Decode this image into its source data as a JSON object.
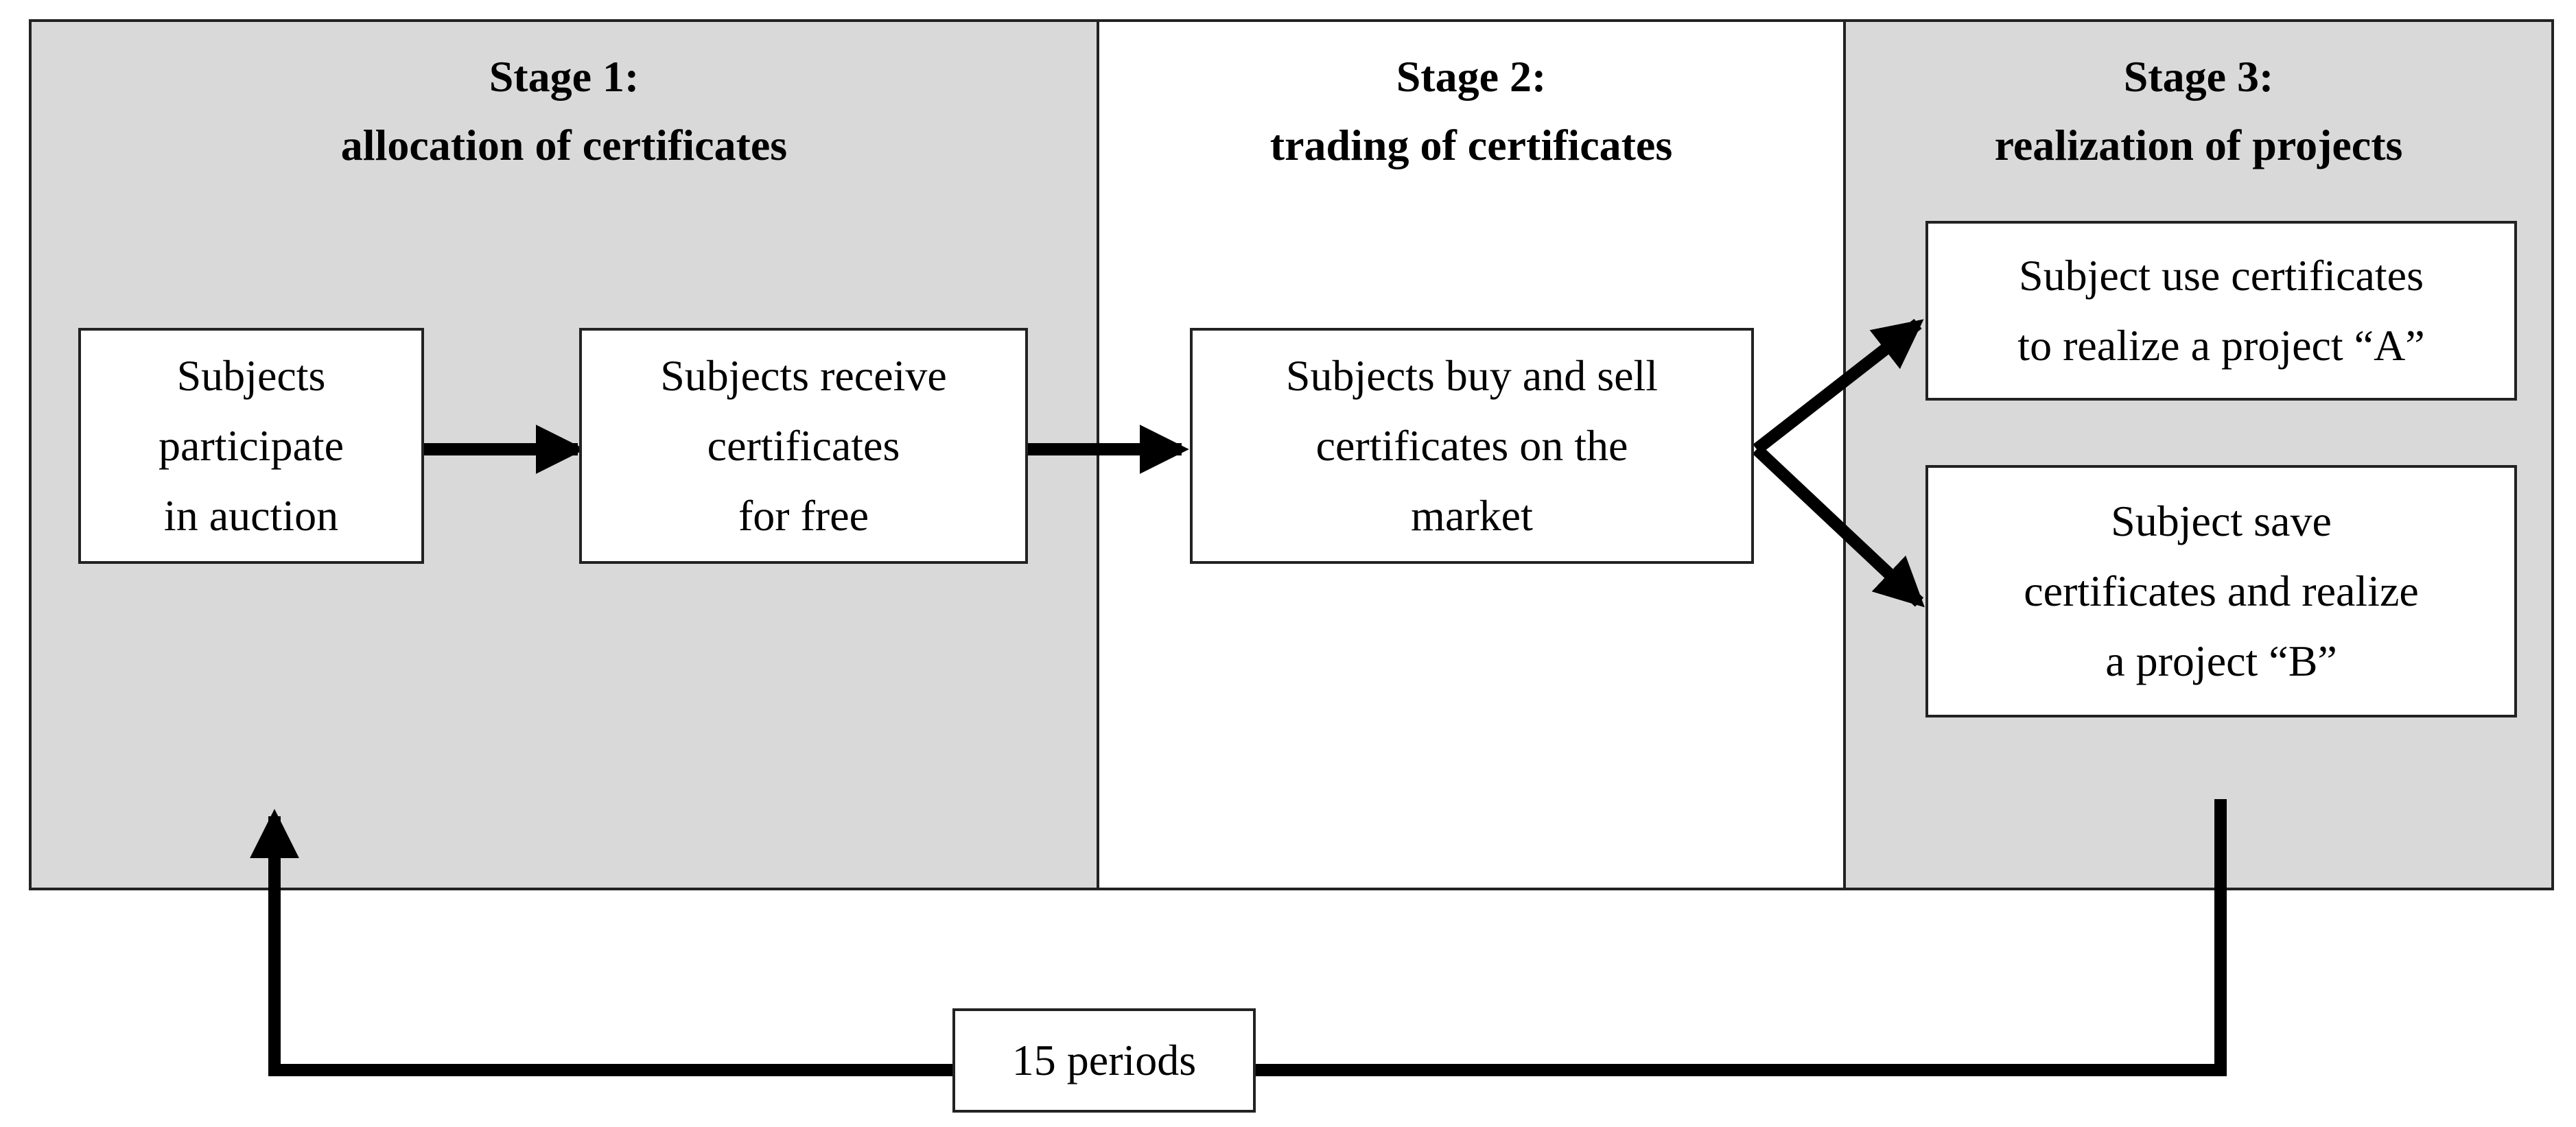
{
  "stages": [
    {
      "title_line1": "Stage 1:",
      "title_line2": "allocation of certificates"
    },
    {
      "title_line1": "Stage 2:",
      "title_line2": "trading of certificates"
    },
    {
      "title_line1": "Stage 3:",
      "title_line2": "realization of projects"
    }
  ],
  "boxes": {
    "auction": [
      "Subjects",
      "participate",
      "in auction"
    ],
    "free": [
      "Subjects receive",
      "certificates",
      "for free"
    ],
    "market": [
      "Subjects buy and sell",
      "certificates on the",
      "market"
    ],
    "project_a": [
      "Subject use certificates",
      "to realize a project “A”"
    ],
    "project_b": [
      "Subject save",
      "certificates and realize",
      "a project “B”"
    ]
  },
  "loop_label": "15 periods",
  "colors": {
    "stage_fill": "#d9d9d9",
    "stage2_fill": "#ffffff",
    "line": "#000000"
  }
}
